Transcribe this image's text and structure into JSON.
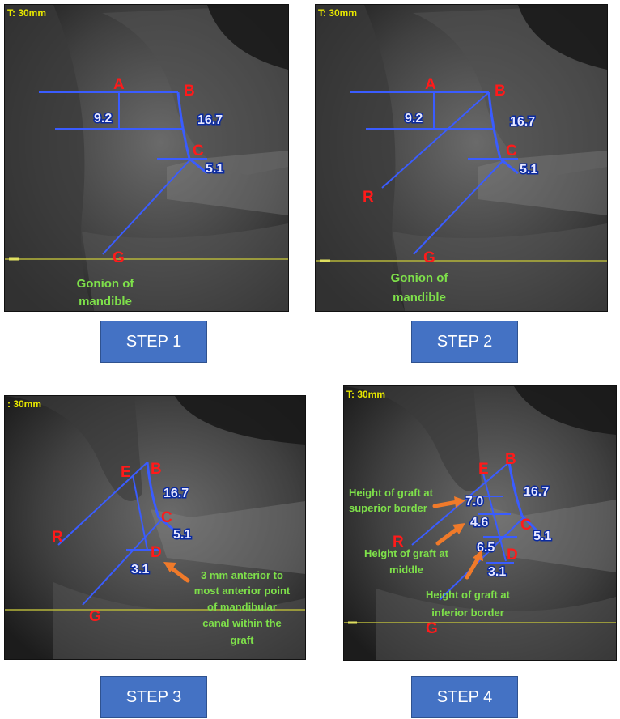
{
  "scale_label": "T: 30mm",
  "scale_label_short": ": 30mm",
  "steps": [
    {
      "label": "STEP 1"
    },
    {
      "label": "STEP 2"
    },
    {
      "label": "STEP 3"
    },
    {
      "label": "STEP 4"
    }
  ],
  "points": {
    "A": "A",
    "B": "B",
    "C": "C",
    "D": "D",
    "E": "E",
    "G": "G",
    "R": "R"
  },
  "measurements": {
    "m1": "9.2",
    "m2": "16.7",
    "m3": "5.1",
    "m4": "3.1",
    "m5": "7.0",
    "m6": "4.6",
    "m7": "6.5"
  },
  "gonion": {
    "line1": "Gonion of",
    "line2": "mandible"
  },
  "step3_note": [
    "3 mm anterior to",
    "most anterior point",
    "of mandibular",
    "canal within the",
    "graft"
  ],
  "step4_notes": {
    "superior": [
      "Height of graft at",
      "superior border"
    ],
    "middle": [
      "Height of graft at",
      "middle"
    ],
    "inferior": [
      "Height of graft at",
      "inferior border"
    ]
  }
}
